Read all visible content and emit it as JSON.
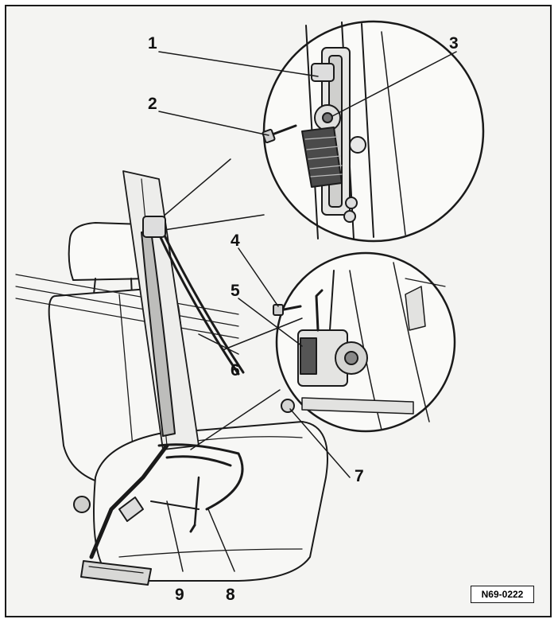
{
  "callouts": [
    {
      "id": "1",
      "label": "1"
    },
    {
      "id": "2",
      "label": "2"
    },
    {
      "id": "3",
      "label": "3"
    },
    {
      "id": "4",
      "label": "4"
    },
    {
      "id": "5",
      "label": "5"
    },
    {
      "id": "6",
      "label": "6"
    },
    {
      "id": "7",
      "label": "7"
    },
    {
      "id": "8",
      "label": "8"
    },
    {
      "id": "9",
      "label": "9"
    }
  ],
  "reference": "N69-0222",
  "colors": {
    "ink": "#1a1a1a",
    "paper": "#f4f4f2",
    "shade": "#9a9a9a"
  }
}
